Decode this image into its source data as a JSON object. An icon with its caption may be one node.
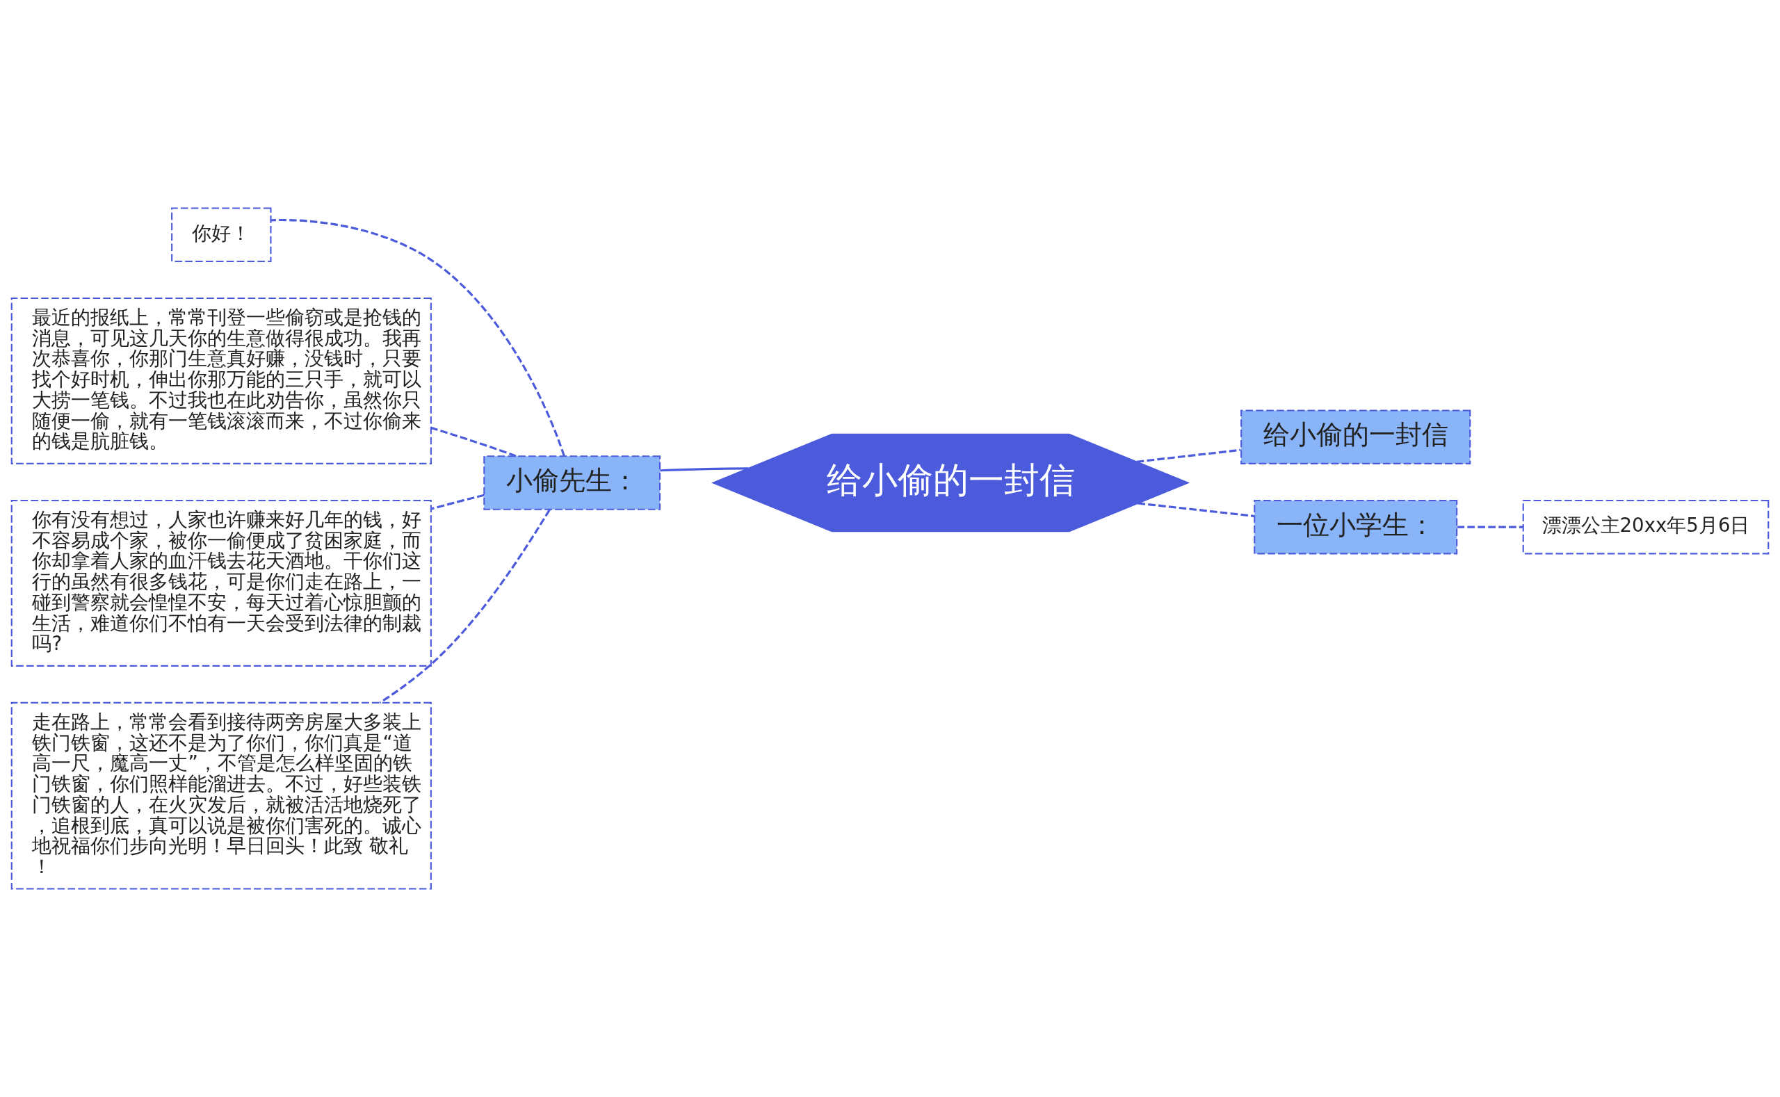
{
  "diagram": {
    "nodes": [
      {
        "text": [
          "给小偷的一封信"
        ]
      },
      {
        "text": [
          "小偷先生："
        ]
      },
      {
        "text": [
          "你好！"
        ]
      },
      {
        "text": [
          "最近的报纸上，常常刊登一些偷窃或是抢钱的消息，可见这几天你的生意做得很成功。我再次恭喜你，你那门生意真好赚，没钱时，只要找个好时机，伸出你那万能的三只手，就可以大捞一笔钱。不过我也在此劝告你，虽然你只随便一偷，就有一笔钱滚滚而来，不过你偷来的钱是肮脏钱。"
        ]
      },
      {
        "text": [
          "你有没有想过，人家也许赚来好几年的钱，好不容易成个家，被你一偷便成了贫困家庭，而你却拿着人家的血汗钱去花天酒地。干你们这行的虽然有很多钱花，可是你们走在路上，一碰到警察就会惶惶不安，每天过着心惊胆颤的生活，难道你们不怕有一天会受到法律的制裁吗?"
        ]
      },
      {
        "text": [
          "走在路上，常常会看到接待两旁房屋大多装上铁门铁窗，这还不是为了你们，你们真是“道高一尺，魔高一丈”，不管是怎么样坚固的铁门铁窗，你们照样能溜进去。不过，好些装铁门铁窗的人，在火灾发后，就被活活地烧死了，追根到底，真可以说是被你们害死的。诚心地祝福你们步向光明！早日回头！此致 敬礼！"
        ]
      },
      {
        "text": [
          "给小偷的一封信"
        ]
      },
      {
        "text": [
          "一位小学生："
        ]
      },
      {
        "text": [
          "漂漂公主20xx年5月6日"
        ]
      }
    ],
    "edges": [
      {
        "from": 0,
        "to": 1,
        "arrow": "none"
      },
      {
        "from": 1,
        "to": 2,
        "arrow": "none",
        "style": "dashed"
      },
      {
        "from": 1,
        "to": 3,
        "arrow": "none",
        "style": "dashed"
      },
      {
        "from": 1,
        "to": 4,
        "arrow": "none",
        "style": "dashed"
      },
      {
        "from": 1,
        "to": 5,
        "arrow": "none",
        "style": "dashed"
      },
      {
        "from": 0,
        "to": 6,
        "arrow": "none",
        "style": "dashed"
      },
      {
        "from": 0,
        "to": 7,
        "arrow": "none",
        "style": "dashed"
      },
      {
        "from": 7,
        "to": 8,
        "arrow": "none",
        "style": "dashed"
      }
    ]
  }
}
